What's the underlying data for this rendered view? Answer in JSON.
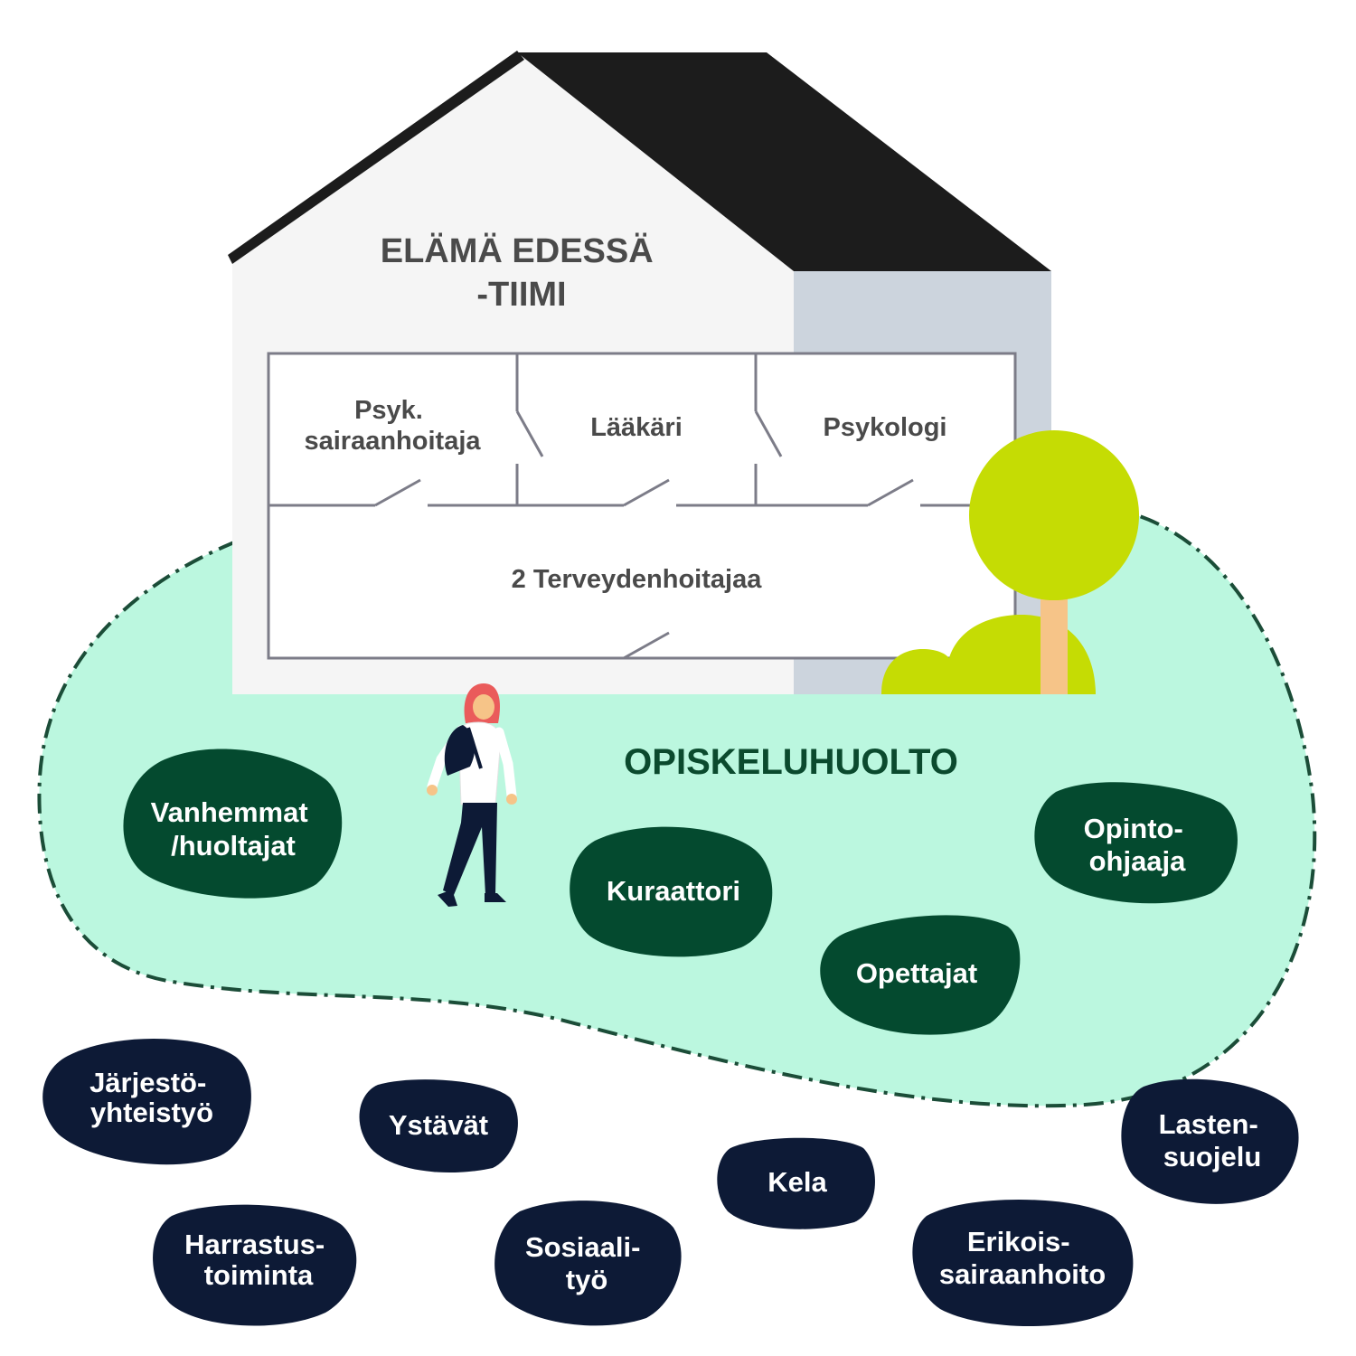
{
  "colors": {
    "opiskeluhuolto_area": "#bbf7df",
    "area_border": "#1b4d38",
    "house_wall": "#f5f5f5",
    "house_side": "#ccd4dd",
    "roof": "#1c1c1c",
    "floorplan_line": "#7c7c88",
    "inner_blob": "#044a2f",
    "outer_blob": "#0d1a36",
    "tree": "#c5dc04",
    "trunk": "#f6c488"
  },
  "house": {
    "title_lines": [
      "ELÄMÄ EDESSÄ",
      "-TIIMI"
    ],
    "rooms": [
      {
        "lines": [
          "Psyk.",
          "sairaanhoitaja"
        ]
      },
      {
        "lines": [
          "Lääkäri"
        ]
      },
      {
        "lines": [
          "Psykologi"
        ]
      },
      {
        "lines": [
          "2 Terveydenhoitajaa"
        ]
      }
    ]
  },
  "opiskeluhuolto": {
    "title": "OPISKELUHUOLTO",
    "members": [
      {
        "lines": [
          "Vanhemmat",
          "/huoltajat"
        ]
      },
      {
        "lines": [
          "Kuraattori"
        ]
      },
      {
        "lines": [
          "Opettajat"
        ]
      },
      {
        "lines": [
          "Opinto-",
          "ohjaaja"
        ]
      }
    ]
  },
  "external": [
    {
      "lines": [
        "Järjestö-",
        "yhteistyö"
      ]
    },
    {
      "lines": [
        "Ystävät"
      ]
    },
    {
      "lines": [
        "Kela"
      ]
    },
    {
      "lines": [
        "Lasten-",
        "suojelu"
      ]
    },
    {
      "lines": [
        "Harrastus-",
        "toiminta"
      ]
    },
    {
      "lines": [
        "Sosiaali-",
        "työ"
      ]
    },
    {
      "lines": [
        "Erikois-",
        "sairaanhoito"
      ]
    }
  ]
}
